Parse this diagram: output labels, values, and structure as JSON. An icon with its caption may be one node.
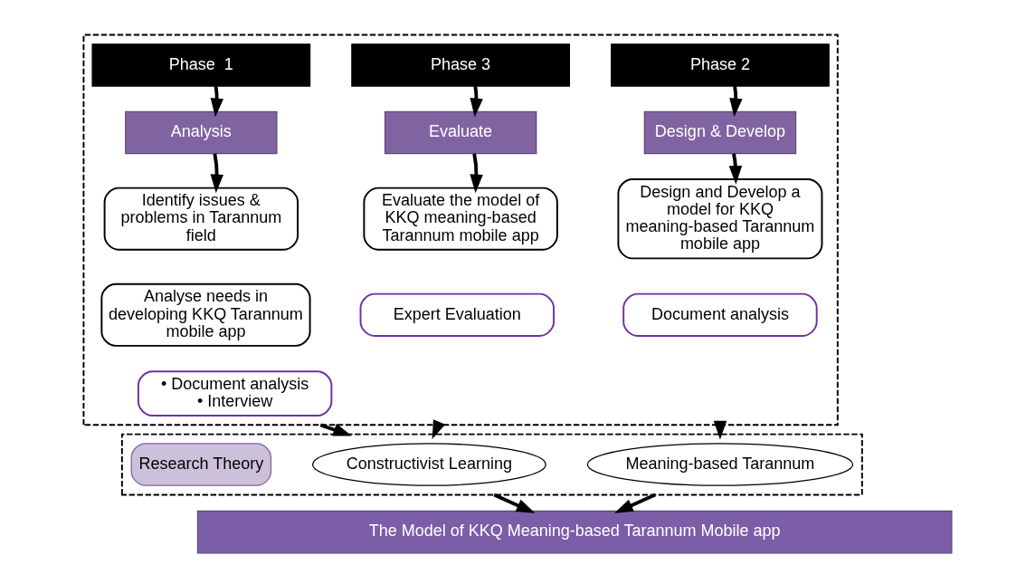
{
  "diagram": {
    "nodes": [
      {
        "text": [],
        "shape": "box"
      },
      {
        "text": [
          "Phase  1"
        ],
        "in": 0
      },
      {
        "text": [
          "Analysis"
        ],
        "in": 0
      },
      {
        "text": [
          "Identify issues & problems in Tarannum field"
        ],
        "in": 0
      },
      {
        "text": [
          "Analyse needs in developing KKQ Tarannum mobile app"
        ],
        "in": 0
      },
      {
        "text": [
          "• Document analysis",
          "• Interview"
        ],
        "in": 0
      },
      {
        "text": [
          "Phase 2"
        ],
        "in": 0
      },
      {
        "text": [
          "Design & Develop"
        ],
        "in": 0
      },
      {
        "text": [
          "Design and Develop a model for KKQ meaning-based Tarannum mobile app"
        ],
        "in": 0
      },
      {
        "text": [
          "Document analysis"
        ],
        "in": 0
      },
      {
        "text": [
          "Phase 3"
        ],
        "in": 0
      },
      {
        "text": [
          "Evaluate"
        ],
        "in": 0
      },
      {
        "text": [
          "Evaluate the model of KKQ meaning-based Tarannum mobile app"
        ],
        "in": 0
      },
      {
        "text": [
          "Expert Evaluation"
        ],
        "in": 0
      },
      {
        "text": [],
        "shape": "box"
      },
      {
        "text": [
          "Research Theory"
        ],
        "in": 14
      },
      {
        "text": [
          "Constructivist Learning"
        ],
        "in": 14
      },
      {
        "text": [
          "Meaning-based Tarannum"
        ],
        "in": 14
      },
      {
        "text": [
          "The Model of KKQ Meaning-based Tarannum Mobile app"
        ]
      }
    ],
    "edges": [
      {
        "from": 1,
        "to": 2,
        "arrow": "to"
      },
      {
        "from": 2,
        "to": 3,
        "arrow": "to"
      },
      {
        "from": 6,
        "to": 7,
        "arrow": "to"
      },
      {
        "from": 7,
        "to": 8,
        "arrow": "to"
      },
      {
        "from": 10,
        "to": 11,
        "arrow": "to"
      },
      {
        "from": 11,
        "to": 12,
        "arrow": "to"
      },
      {
        "from": 0,
        "to": 14,
        "arrow": "to"
      },
      {
        "from": 0,
        "to": 14,
        "arrow": "to"
      },
      {
        "from": 0,
        "to": 14,
        "arrow": "to"
      },
      {
        "from": 14,
        "to": 18,
        "arrow": "to"
      },
      {
        "from": 14,
        "to": 18,
        "arrow": "to"
      }
    ]
  }
}
